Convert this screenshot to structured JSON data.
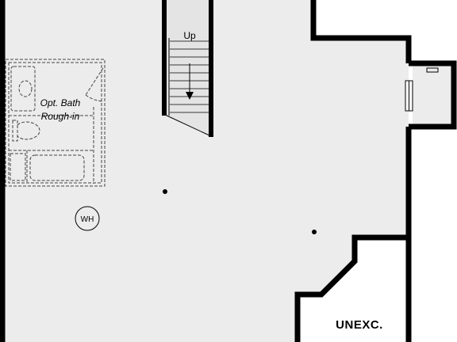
{
  "labels": {
    "stairs_direction": "Up",
    "bath_line1": "Opt. Bath",
    "bath_line2": "Rough-in",
    "water_heater": "WH",
    "unexcavated": "UNEXC."
  },
  "colors": {
    "floor": "#ececec",
    "stairs": "#e4e4e4",
    "wall": "#000000",
    "background": "#ffffff"
  }
}
